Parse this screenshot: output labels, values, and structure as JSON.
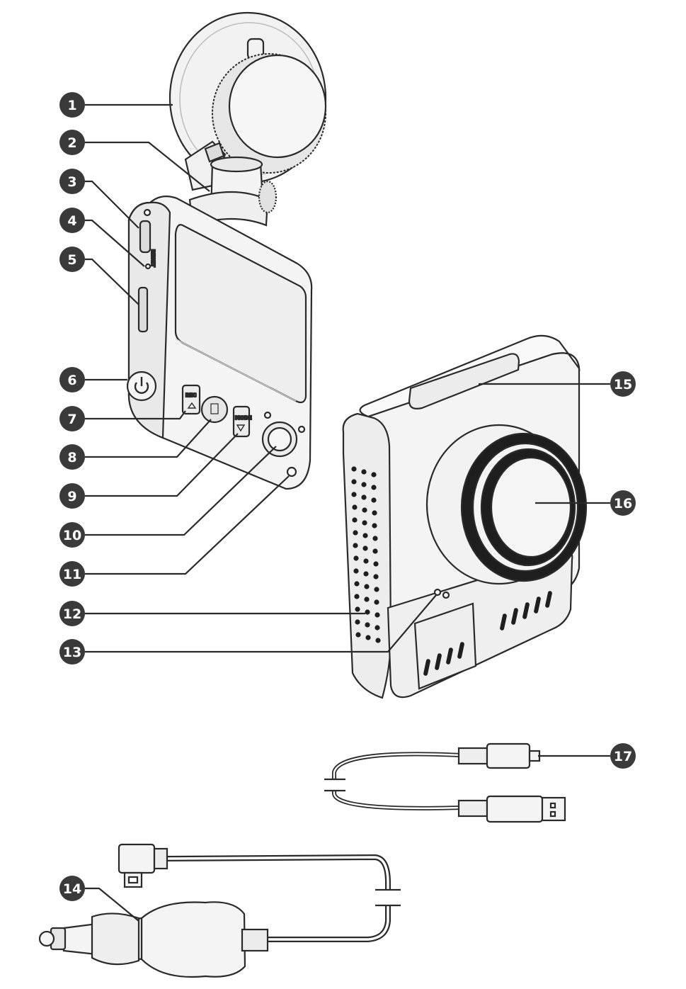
{
  "callouts": [
    {
      "number": "1",
      "target": "suction-cup"
    },
    {
      "number": "2",
      "target": "mount-bracket"
    },
    {
      "number": "3",
      "target": "usb-port"
    },
    {
      "number": "4",
      "target": "reset-hole"
    },
    {
      "number": "5",
      "target": "microsd-slot"
    },
    {
      "number": "6",
      "target": "power-button"
    },
    {
      "number": "7",
      "target": "up-button"
    },
    {
      "number": "8",
      "target": "menu-button"
    },
    {
      "number": "9",
      "target": "down-button"
    },
    {
      "number": "10",
      "target": "ok-button"
    },
    {
      "number": "11",
      "target": "status-led"
    },
    {
      "number": "12",
      "target": "speaker-grille"
    },
    {
      "number": "13",
      "target": "microphone"
    },
    {
      "number": "14",
      "target": "car-charger"
    },
    {
      "number": "15",
      "target": "mount-rail"
    },
    {
      "number": "16",
      "target": "camera-lens"
    },
    {
      "number": "17",
      "target": "usb-cable"
    }
  ],
  "device_labels": {
    "reset": "RESET",
    "rec_key": "REC",
    "mode_key": "MODE"
  },
  "colors": {
    "badge": "#3a3a3a",
    "line": "#2a2a2a",
    "body": "#f4f4f4",
    "shade": "#d8d8d8"
  }
}
